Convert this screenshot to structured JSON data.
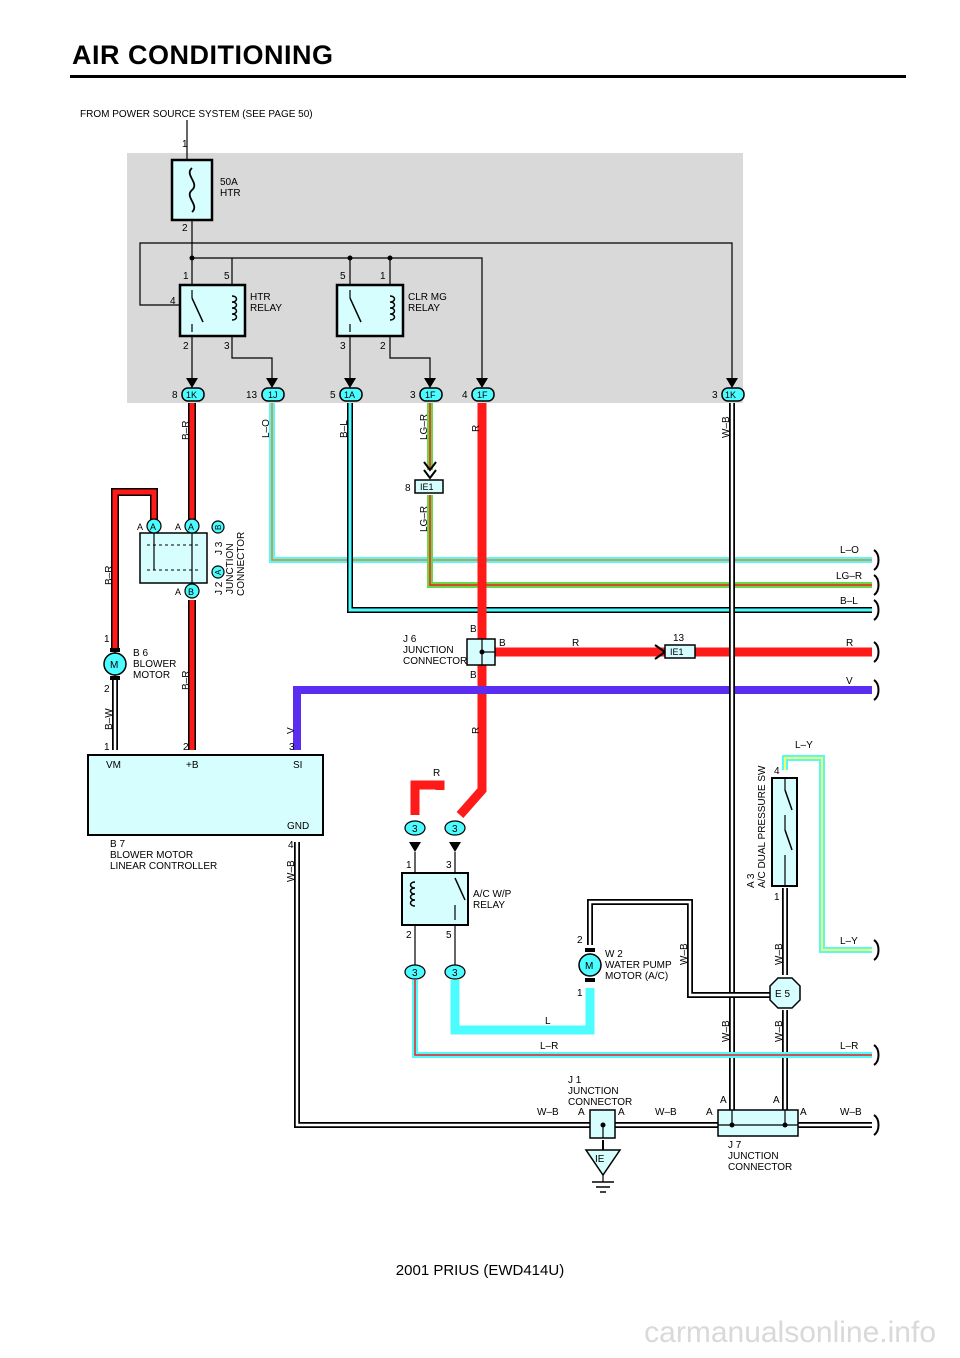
{
  "title": "AIR CONDITIONING",
  "source_note": "FROM POWER SOURCE SYSTEM (SEE PAGE 50)",
  "fuse": {
    "label": "50A",
    "sub": "HTR",
    "pin_top": "1",
    "pin_bottom": "2"
  },
  "htr_relay": {
    "label": "HTR",
    "sub": "RELAY",
    "pins": [
      "1",
      "5",
      "4",
      "2",
      "3"
    ]
  },
  "clr_relay": {
    "label": "CLR MG",
    "sub": "RELAY",
    "pins": [
      "5",
      "1",
      "3",
      "2"
    ]
  },
  "top_connectors": [
    {
      "pin": "8",
      "id": "1K"
    },
    {
      "pin": "13",
      "id": "1J"
    },
    {
      "pin": "5",
      "id": "1A"
    },
    {
      "pin": "3",
      "id": "1F"
    },
    {
      "pin": "4",
      "id": "1F"
    },
    {
      "pin": "3",
      "id": "1K"
    }
  ],
  "wire_colors": {
    "b_r": "B–R",
    "l_o": "L–O",
    "b_l": "B–L",
    "lg_r": "LG–R",
    "r": "R",
    "w_b": "W–B",
    "b_w": "B–W",
    "v": "V",
    "l_y": "L–Y",
    "l_r": "L–R",
    "l": "L",
    "b": "B"
  },
  "ie1_upper": {
    "pin": "8",
    "id": "IE1"
  },
  "ie1_lower": {
    "pin": "13",
    "id": "IE1"
  },
  "j2_j3": {
    "a": "A",
    "b": "B",
    "j3": "J 3",
    "j2": "J 2",
    "j3_badge": "B",
    "j2_badge": "A",
    "name": "JUNCTION",
    "sub": "CONNECTOR"
  },
  "blower_motor": {
    "code": "B 6",
    "name": "BLOWER",
    "sub": "MOTOR",
    "symbol": "M",
    "pin1": "1",
    "pin2": "2"
  },
  "controller": {
    "code": "B 7",
    "name": "BLOWER MOTOR",
    "sub": "LINEAR CONTROLLER",
    "vm": "VM",
    "plus_b": "+B",
    "si": "SI",
    "gnd": "GND",
    "p1": "1",
    "p2": "2",
    "p3": "3",
    "p4": "4"
  },
  "j6": {
    "code": "J 6",
    "name": "JUNCTION",
    "sub": "CONNECTOR",
    "b": "B"
  },
  "ac_wp_relay": {
    "name": "A/C W/P",
    "sub": "RELAY",
    "pins": [
      "1",
      "3",
      "2",
      "5"
    ],
    "conn": "3"
  },
  "water_pump": {
    "code": "W 2",
    "name": "WATER PUMP",
    "sub": "MOTOR (A/C)",
    "symbol": "M",
    "pin2": "2",
    "pin1": "1"
  },
  "pressure_sw": {
    "code": "A 3",
    "name": "A/C DUAL PRESSURE SW",
    "pin4": "4",
    "pin1": "1"
  },
  "e5": "E 5",
  "j1": {
    "code": "J 1",
    "name": "JUNCTION",
    "sub": "CONNECTOR",
    "a": "A"
  },
  "ground": "IE",
  "j7": {
    "code": "J 7",
    "name": "JUNCTION",
    "sub": "CONNECTOR",
    "a": "A"
  },
  "footer": "2001 PRIUS (EWD414U)",
  "watermark": "carmanualsonline.info",
  "colors": {
    "red": "#ff1a1a",
    "cyan": "#4dfcff",
    "blue": "#5a2df0",
    "green": "#66d94a",
    "yellow": "#ffff55",
    "orange": "#ff7a1a",
    "gray_box": "#d9d9d9",
    "fill": "#d6feff"
  }
}
